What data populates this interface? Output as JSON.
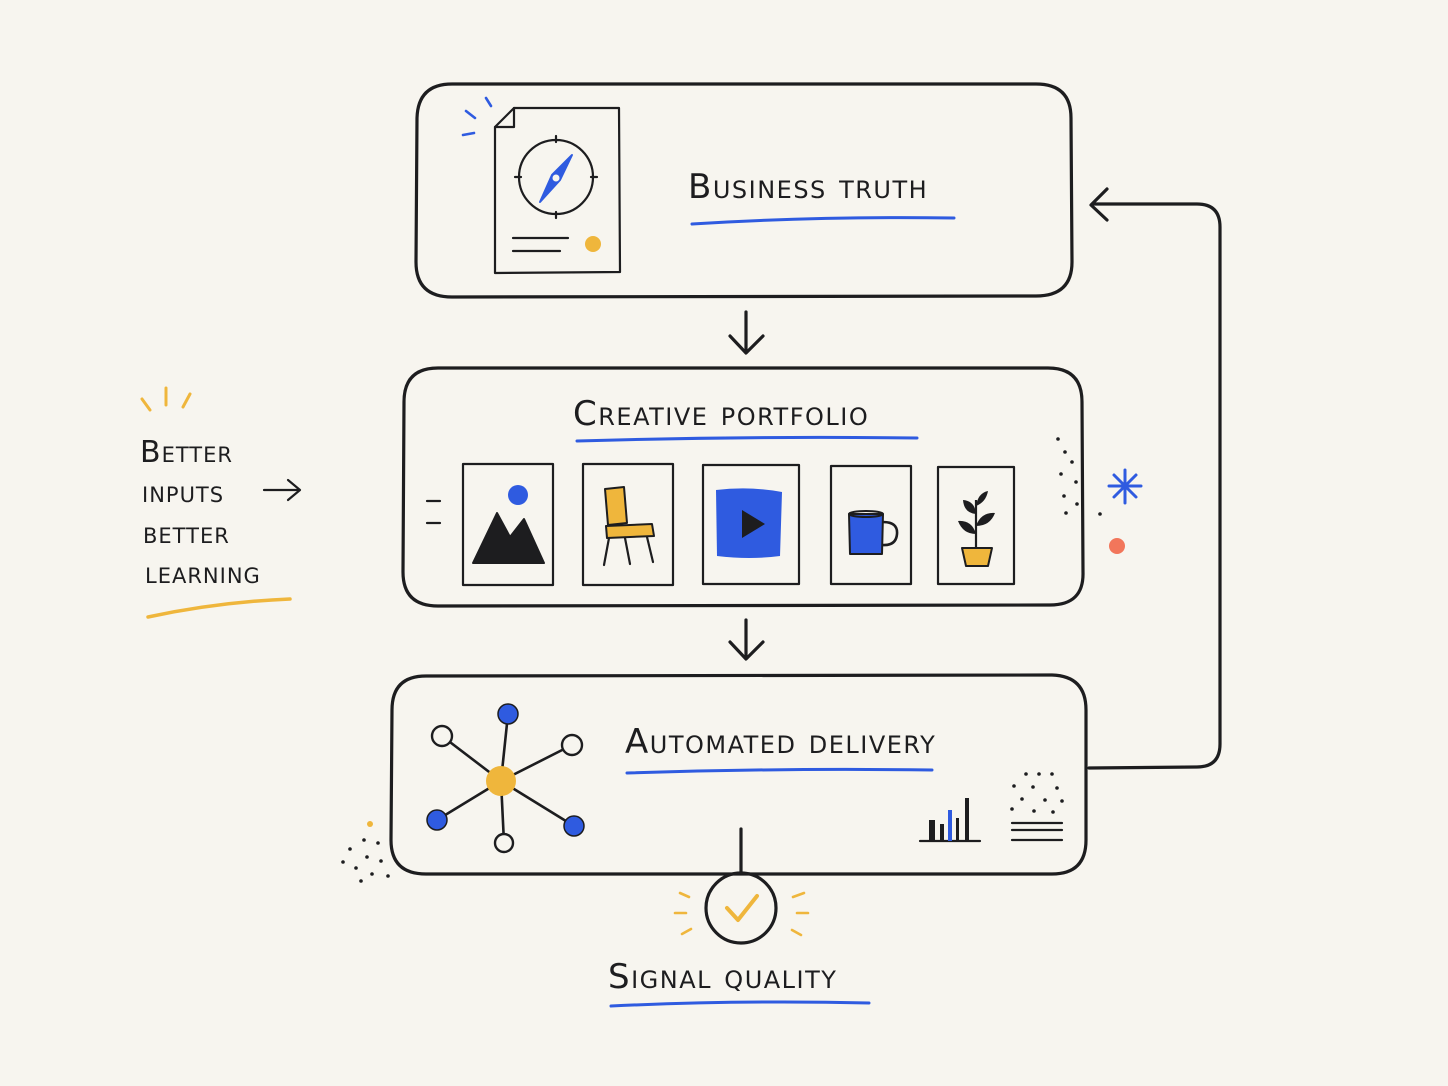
{
  "colors": {
    "ink": "#1d1d1f",
    "blue": "#2f5be0",
    "yellow": "#efb63c",
    "coral": "#f2765b",
    "paper": "#f7f5ef"
  },
  "stages": [
    {
      "label": "Business truth",
      "icon": "compass-document-icon"
    },
    {
      "label": "Creative portfolio",
      "icon": "creative-assets"
    },
    {
      "label": "Automated delivery",
      "icon": "network-hub-icon"
    }
  ],
  "creative_assets": [
    {
      "icon": "image-icon"
    },
    {
      "icon": "chair-icon"
    },
    {
      "icon": "video-play-icon"
    },
    {
      "icon": "mug-icon"
    },
    {
      "icon": "plant-icon"
    }
  ],
  "side_note": {
    "lines": [
      "Better",
      "inputs",
      "better",
      "learning"
    ]
  },
  "output": {
    "label": "Signal quality",
    "icon": "check-circle-icon"
  }
}
